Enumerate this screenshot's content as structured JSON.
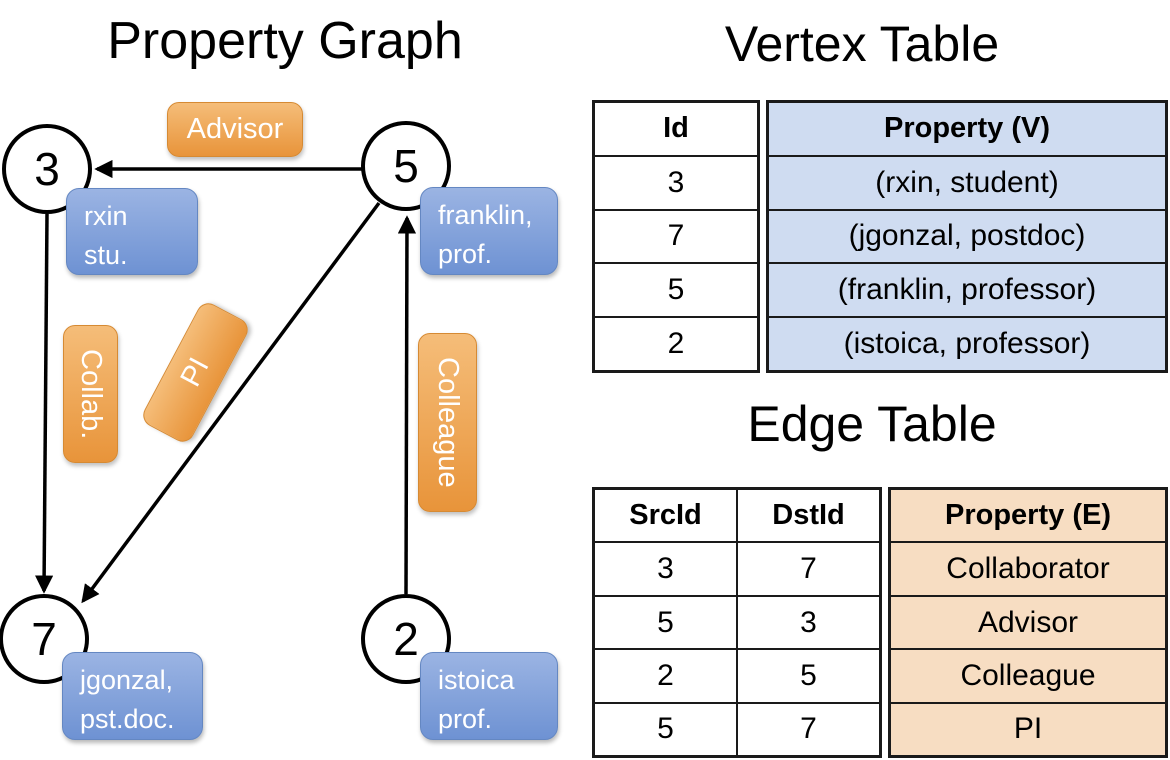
{
  "graph": {
    "title": "Property Graph",
    "nodes": [
      {
        "id": "3",
        "property_lines": [
          "rxin",
          "stu."
        ]
      },
      {
        "id": "5",
        "property_lines": [
          "franklin,",
          "prof."
        ]
      },
      {
        "id": "7",
        "property_lines": [
          "jgonzal,",
          "pst.doc."
        ]
      },
      {
        "id": "2",
        "property_lines": [
          "istoica",
          "prof."
        ]
      }
    ],
    "edge_labels": {
      "advisor": "Advisor",
      "collaborator": "Collab.",
      "pi": "PI",
      "colleague": "Colleague"
    },
    "edges": [
      {
        "src": "5",
        "dst": "3",
        "label": "Advisor"
      },
      {
        "src": "3",
        "dst": "7",
        "label": "Collab."
      },
      {
        "src": "5",
        "dst": "7",
        "label": "PI"
      },
      {
        "src": "2",
        "dst": "5",
        "label": "Colleague"
      }
    ]
  },
  "vertex_table": {
    "title": "Vertex Table",
    "columns": [
      "Id",
      "Property (V)"
    ],
    "rows": [
      [
        "3",
        "(rxin, student)"
      ],
      [
        "7",
        "(jgonzal, postdoc)"
      ],
      [
        "5",
        "(franklin, professor)"
      ],
      [
        "2",
        "(istoica, professor)"
      ]
    ]
  },
  "edge_table": {
    "title": "Edge Table",
    "columns": [
      "SrcId",
      "DstId",
      "Property (E)"
    ],
    "rows": [
      [
        "3",
        "7",
        "Collaborator"
      ],
      [
        "5",
        "3",
        "Advisor"
      ],
      [
        "2",
        "5",
        "Colleague"
      ],
      [
        "5",
        "7",
        "PI"
      ]
    ]
  },
  "colors": {
    "edge_label_orange": "#eda04f",
    "vertex_callout_blue": "#7f9fd8",
    "vertex_table_fill": "#cfdcf1",
    "edge_table_fill": "#f7ddc2",
    "line_black": "#000000"
  }
}
